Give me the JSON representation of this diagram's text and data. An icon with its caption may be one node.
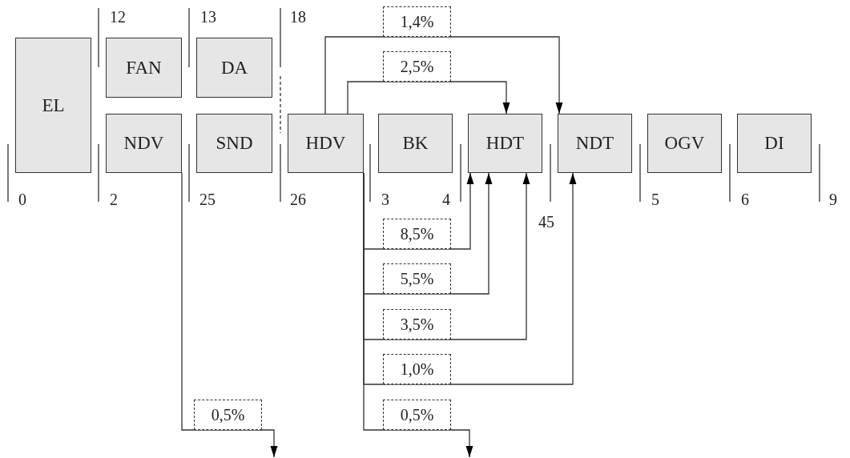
{
  "diagram": {
    "nodes": [
      {
        "text": [
          "EL"
        ]
      },
      {
        "text": [
          "FAN"
        ]
      },
      {
        "text": [
          "DA"
        ]
      },
      {
        "text": [
          "NDV"
        ]
      },
      {
        "text": [
          "SND"
        ]
      },
      {
        "text": [
          "HDV"
        ]
      },
      {
        "text": [
          "BK"
        ]
      },
      {
        "text": [
          "HDT"
        ]
      },
      {
        "text": [
          "NDT"
        ]
      },
      {
        "text": [
          "OGV"
        ]
      },
      {
        "text": [
          "DI"
        ]
      }
    ],
    "edges": [
      {
        "from": 5,
        "to": 8,
        "arrow": "to",
        "label": "1,4%"
      },
      {
        "from": 5,
        "to": 7,
        "arrow": "to",
        "label": "2,5%"
      },
      {
        "from": 5,
        "to": 7,
        "arrow": "to",
        "label": "8,5%"
      },
      {
        "from": 5,
        "to": 7,
        "arrow": "to",
        "label": "5,5%"
      },
      {
        "from": 5,
        "to": 7,
        "arrow": "to",
        "label": "3,5%"
      },
      {
        "from": 5,
        "to": 8,
        "arrow": "to",
        "label": "1,0%"
      },
      {
        "from": 5,
        "to": null,
        "arrow": "to",
        "label": "0,5%"
      },
      {
        "from": 3,
        "to": null,
        "arrow": "to",
        "label": "0,5%"
      }
    ],
    "labels": [
      "12",
      "13",
      "18",
      "0",
      "2",
      "25",
      "26",
      "3",
      "4",
      "5",
      "6",
      "9",
      "45"
    ]
  }
}
